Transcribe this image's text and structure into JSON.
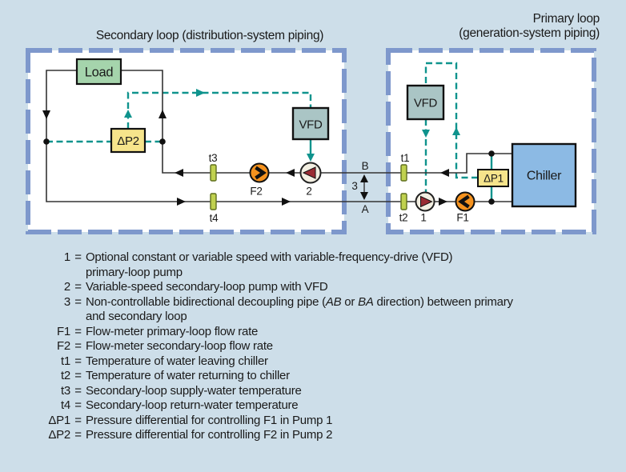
{
  "titles": {
    "secondary_loop": "Secondary loop (distribution-system piping)",
    "primary_loop_line1": "Primary loop",
    "primary_loop_line2": "(generation-system piping)"
  },
  "components": {
    "load": "Load",
    "dp2": "ΔP2",
    "dp1": "ΔP1",
    "vfd_secondary": "VFD",
    "vfd_primary": "VFD",
    "chiller": "Chiller",
    "pump_secondary": "2",
    "pump_primary": "1",
    "flow_meter_secondary": "F2",
    "flow_meter_primary": "F1",
    "sensor_t1": "t1",
    "sensor_t2": "t2",
    "sensor_t3": "t3",
    "sensor_t4": "t4",
    "point_b": "B",
    "point_a": "A",
    "decoupling_pipe": "3"
  },
  "colors": {
    "background": "#cddee9",
    "loop_border": "#7e98cc",
    "loop_fill": "#ffffff",
    "control_line": "#0f938d",
    "pipe": "#333333",
    "load_fill": "#a5d4ac",
    "pressure_fill": "#f6e48b",
    "vfd_fill": "#aac5c5",
    "chiller_fill": "#8cbae4",
    "flow_meter_fill": "#f5921e",
    "pump_fill": "#f3efe2",
    "pump_rotor": "#9a2c34",
    "sensor_fill": "#c0d14f"
  },
  "legend": {
    "equals": "=",
    "items": [
      {
        "key": "1",
        "line1": "Optional constant or variable speed with variable-frequency-drive (VFD)",
        "line2": "primary-loop pump"
      },
      {
        "key": "2",
        "line1": "Variable-speed secondary-loop pump with VFD"
      },
      {
        "key": "3",
        "line1_pre": "Non-controllable bidirectional decoupling pipe (",
        "line1_italic1": "AB",
        "line1_mid": " or ",
        "line1_italic2": "BA",
        "line1_post": " direction) between primary",
        "line2": "and secondary loop"
      },
      {
        "key": "F1",
        "line1": "Flow-meter primary-loop flow rate"
      },
      {
        "key": "F2",
        "line1": "Flow-meter secondary-loop flow rate"
      },
      {
        "key": "t1",
        "line1": "Temperature of water leaving chiller"
      },
      {
        "key": "t2",
        "line1": "Temperature of water returning to chiller"
      },
      {
        "key": "t3",
        "line1": "Secondary-loop supply-water temperature"
      },
      {
        "key": "t4",
        "line1": "Secondary-loop return-water temperature"
      },
      {
        "key": "ΔP1",
        "line1": "Pressure differential for controlling F1 in Pump 1"
      },
      {
        "key": "ΔP2",
        "line1": "Pressure differential for controlling F2 in Pump 2"
      }
    ]
  }
}
